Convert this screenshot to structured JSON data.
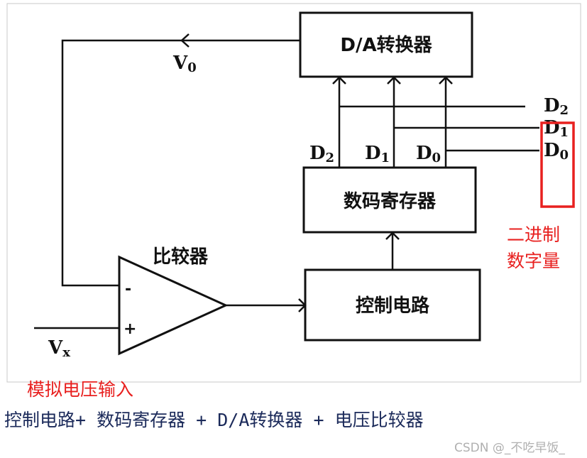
{
  "blocks": {
    "dac": "D/A转换器",
    "register": "数码寄存器",
    "control": "控制电路",
    "comparator": "比较器"
  },
  "signals": {
    "v0_main": "V",
    "v0_sub": "0",
    "vx_main": "V",
    "vx_sub": "x",
    "d_main": "D",
    "d2_sub": "2",
    "d1_sub": "1",
    "d0_sub": "0"
  },
  "pins": {
    "minus": "-",
    "plus": "+"
  },
  "annotations": {
    "binary_line1": "二进制",
    "binary_line2": "数字量",
    "analog_input": "模拟电压输入"
  },
  "caption": "控制电路+ 数码寄存器 + D/A转换器 + 电压比较器",
  "watermark": "CSDN @_不吃早饭_",
  "colors": {
    "line": "#111111",
    "highlight": "#e8201f",
    "caption": "#1b2a5a",
    "watermark": "#b0b0b0"
  }
}
